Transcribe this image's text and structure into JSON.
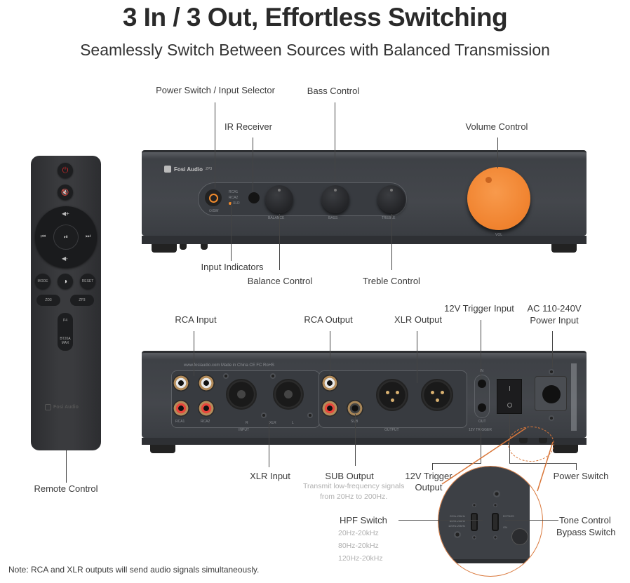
{
  "header": {
    "title": "3 In / 3 Out, Effortless Switching",
    "subtitle": "Seamlessly Switch Between Sources with Balanced Transmission"
  },
  "front_panel": {
    "brand": "Fosi Audio",
    "model": "ZP3",
    "input_indicators": [
      "RCA1",
      "RCA2",
      "XLR"
    ],
    "active_indicator_color": "#f08a2c",
    "volume_knob_color": "#f58a3a",
    "knob_labels": [
      "BALANCE",
      "BASS",
      "TREBLE",
      "VOL"
    ],
    "callouts": {
      "power_switch": "Power Switch / Input Selector",
      "ir_receiver": "IR Receiver",
      "bass": "Bass Control",
      "volume": "Volume Control",
      "input_indicators": "Input Indicators",
      "balance": "Balance Control",
      "treble": "Treble Control"
    }
  },
  "remote": {
    "label": "Remote Control",
    "brand": "Fosi Audio",
    "buttons": {
      "mode": "MODE",
      "reset": "RESET",
      "zd3": "ZD3",
      "zp3": "ZP3",
      "p4": "P4",
      "bt20a": "BT20A MAX"
    },
    "power_color": "#d42a2a"
  },
  "rear_panel": {
    "markings": "www.fosiaudio.com   Made in China   CE FC RoHS",
    "small_labels": {
      "rca1": "RCA1",
      "rca2": "RCA2",
      "input": "INPUT",
      "xlr": "XLR",
      "r": "R",
      "l": "L",
      "output": "OUTPUT",
      "sub": "SUB",
      "in": "IN",
      "out": "OUT",
      "trigger": "12V TRIGGER"
    },
    "callouts": {
      "rca_input": "RCA Input",
      "rca_output": "RCA Output",
      "xlr_output": "XLR Output",
      "trigger_input": "12V Trigger Input",
      "ac_power_line1": "AC 110-240V",
      "ac_power_line2": "Power Input",
      "xlr_input": "XLR Input",
      "sub_output": "SUB Output",
      "sub_desc_line1": "Transmit low-frequency signals",
      "sub_desc_line2": "from 20Hz to 200Hz.",
      "trigger_output_line1": "12V Trigger",
      "trigger_output_line2": "Output",
      "power_switch": "Power Switch",
      "hpf_switch": "HPF Switch",
      "hpf_options": [
        "20Hz-20kHz",
        "80Hz-20kHz",
        "120Hz-20kHz"
      ],
      "tone_bypass_line1": "Tone Control",
      "tone_bypass_line2": "Bypass Switch"
    },
    "zoom_switch_labels": {
      "bypass": "BYPASS",
      "on": "ON"
    },
    "accent_color": "#d9773a"
  },
  "footer": {
    "note": "Note: RCA and XLR outputs will send audio signals simultaneously."
  }
}
